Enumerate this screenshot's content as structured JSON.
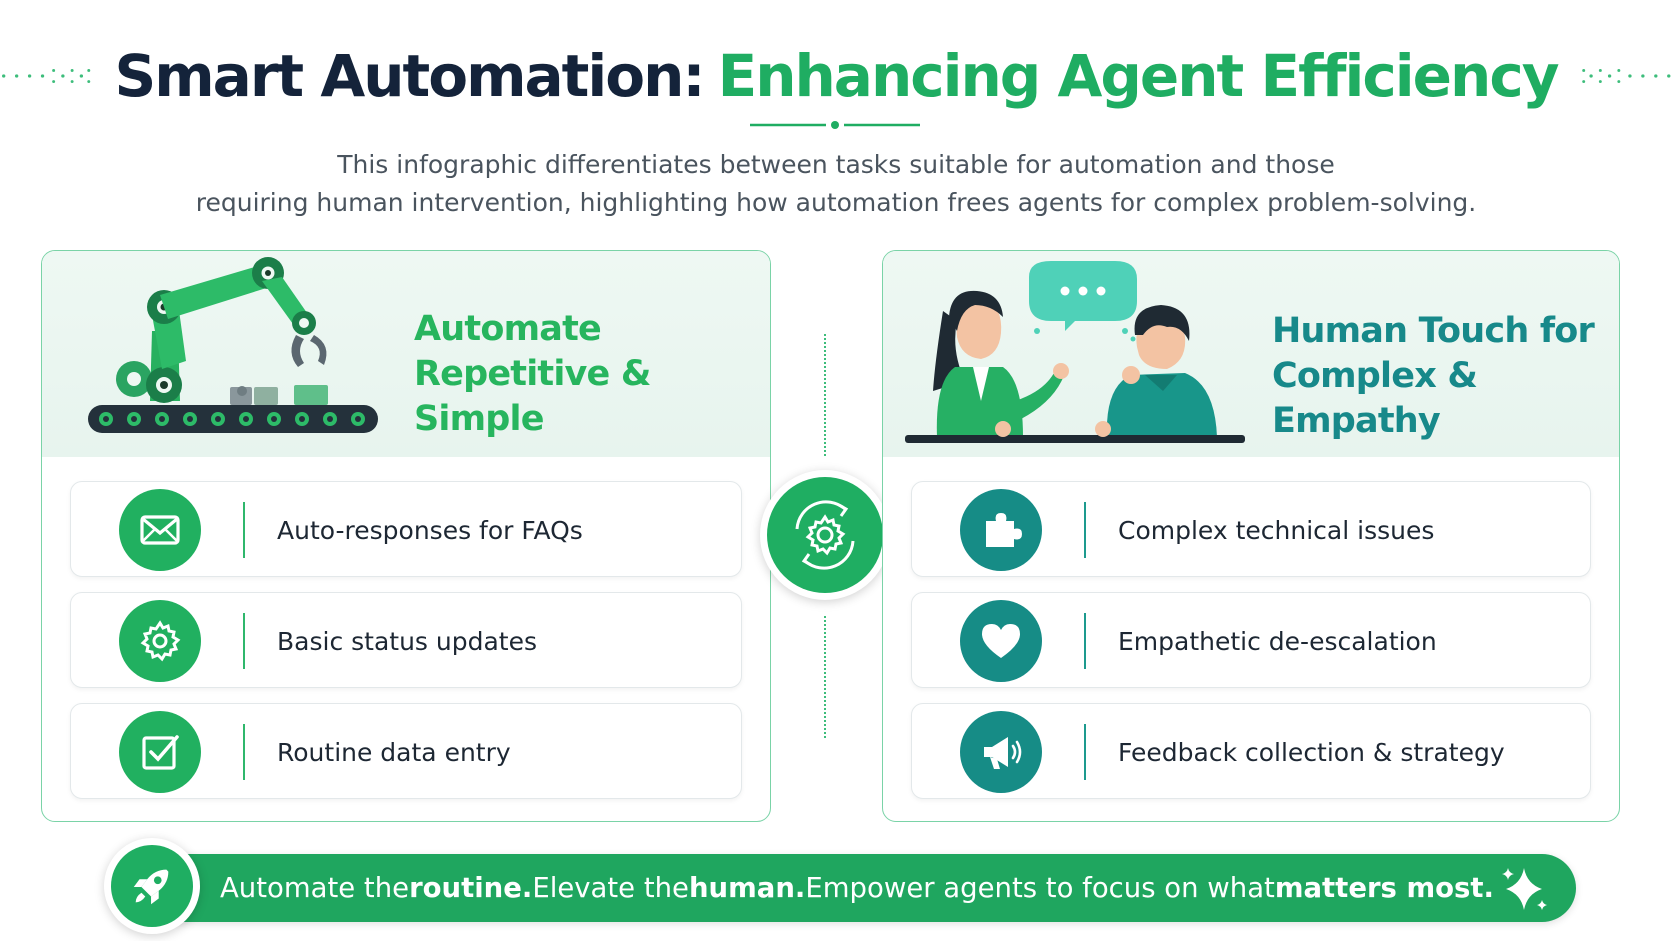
{
  "header": {
    "title_dark": "Smart Automation:",
    "title_green": "Enhancing Agent Efficiency",
    "subtitle_line1": "This infographic differentiates between tasks suitable for automation and those",
    "subtitle_line2": "requiring human intervention, highlighting how automation frees agents for complex problem-solving."
  },
  "automate_panel": {
    "heading_line1": "Automate",
    "heading_line2": "Repetitive & Simple",
    "items": [
      {
        "label": "Auto-responses for FAQs",
        "icon": "envelope-icon"
      },
      {
        "label": "Basic status updates",
        "icon": "gear-icon"
      },
      {
        "label": "Routine data entry",
        "icon": "checkbox-icon"
      }
    ]
  },
  "human_panel": {
    "heading_line1": "Human Touch for",
    "heading_line2": "Complex & Empathy",
    "items": [
      {
        "label": "Complex technical issues",
        "icon": "puzzle-icon"
      },
      {
        "label": "Empathetic de-escalation",
        "icon": "heart-icon"
      },
      {
        "label": "Feedback collection & strategy",
        "icon": "megaphone-icon"
      }
    ]
  },
  "center_badge": {
    "icon": "gear-cycle-icon"
  },
  "banner": {
    "part1": "Automate the ",
    "bold1": "routine.",
    "part2": " Elevate the ",
    "bold2": "human.",
    "part3": " Empower agents to focus on what ",
    "bold3": "matters most.",
    "left_icon": "rocket-icon",
    "right_icon": "sparkle-icon"
  },
  "colors": {
    "title_dark": "#14233a",
    "green": "#1fad62",
    "teal": "#168c86",
    "panel_border": "#7ad3a7",
    "banner": "#1fa65f"
  }
}
